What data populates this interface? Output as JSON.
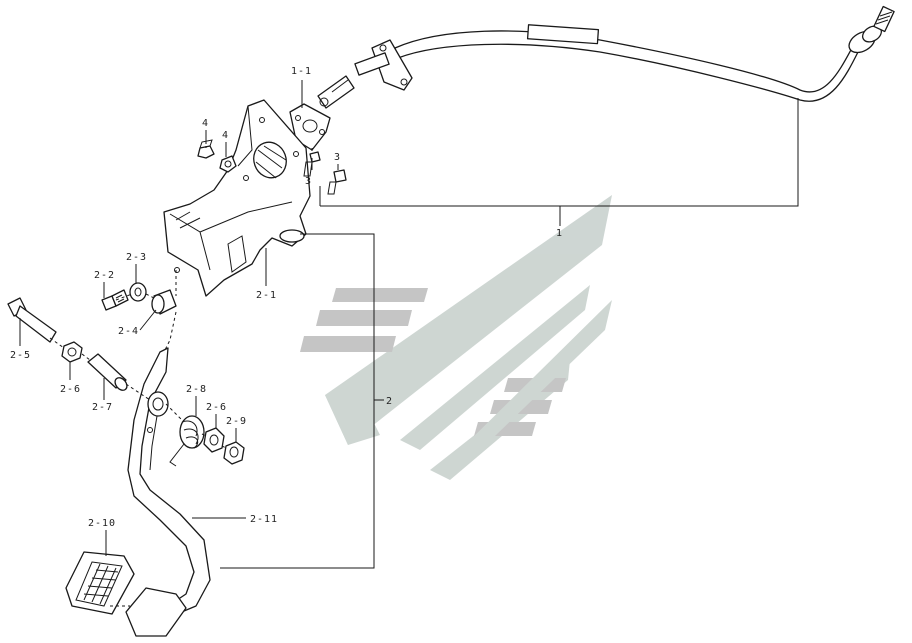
{
  "diagram": {
    "labels": {
      "p1": "1",
      "p1_1": "1-1",
      "p2": "2",
      "p2_1": "2-1",
      "p2_2": "2-2",
      "p2_3": "2-3",
      "p2_4": "2-4",
      "p2_5": "2-5",
      "p2_6a": "2-6",
      "p2_6b": "2-6",
      "p2_7": "2-7",
      "p2_8": "2-8",
      "p2_9": "2-9",
      "p2_10": "2-10",
      "p2_11": "2-11",
      "p3a": "3",
      "p3b": "3",
      "p4a": "4",
      "p4b": "4"
    }
  }
}
